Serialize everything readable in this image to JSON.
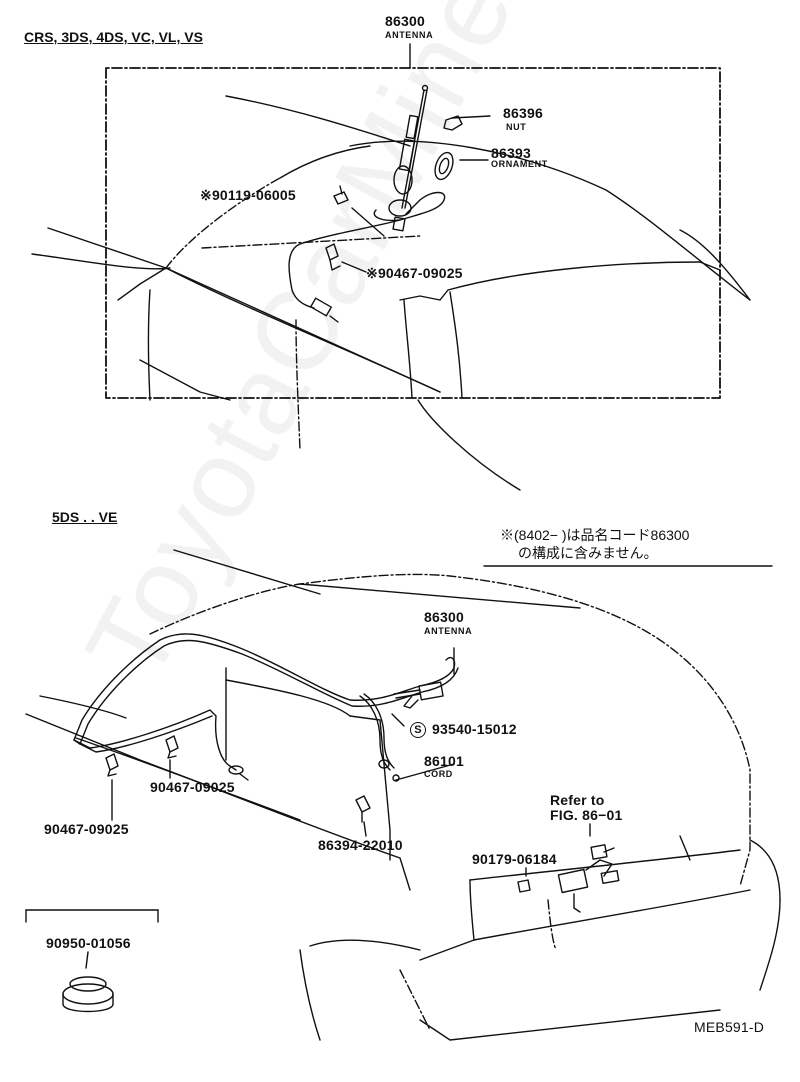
{
  "headers": {
    "top_models": "CRS, 3DS, 4DS, VC, VL, VS",
    "bottom_models": "5DS . . VE"
  },
  "top_parts": {
    "antenna_number": "86300",
    "antenna_name": "ANTENNA",
    "nut_number": "86396",
    "nut_name": "NUT",
    "ornament_number": "86393",
    "ornament_name": "ORNAMENT",
    "bolt_number": "90119-06005",
    "bolt_mark": "※",
    "clamp_number": "90467-09025",
    "clamp_mark": "※"
  },
  "note": {
    "line1": "※(8402−        )は品名コード86300",
    "line2": "の構成に含みません。"
  },
  "bottom_parts": {
    "antenna_number": "86300",
    "antenna_name": "ANTENNA",
    "screw_mark": "S",
    "screw_number": "93540-15012",
    "cord_number": "86101",
    "cord_name": "CORD",
    "clamp_a_number": "90467-09025",
    "clamp_b_number": "90467-09025",
    "cord_part_number": "86394-22010",
    "refer_line1": "Refer to",
    "refer_line2": "FIG. 86−01",
    "nut_number": "90179-06184",
    "plug_number": "90950-01056"
  },
  "diagram_code": "MEB591-D",
  "watermark": "ToyotaCarMine.ru"
}
